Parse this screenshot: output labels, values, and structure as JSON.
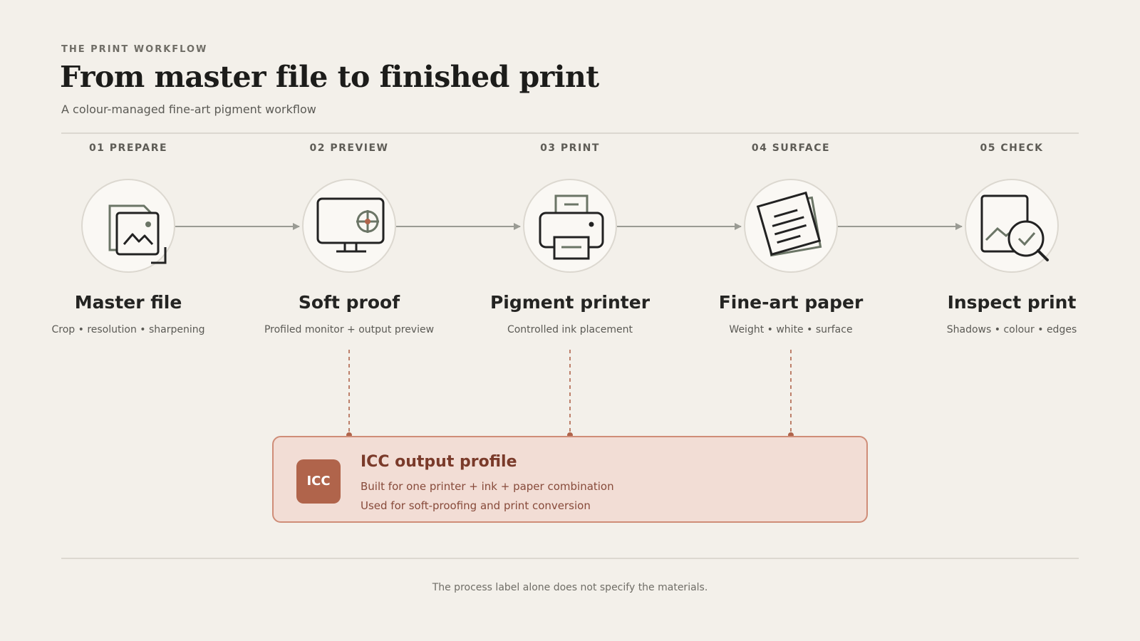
{
  "header": {
    "eyebrow": "THE PRINT WORKFLOW",
    "title": "From master file to finished print",
    "subtitle": "A colour-managed fine-art pigment workflow"
  },
  "steps": [
    {
      "label": "01 PREPARE",
      "name": "Master file",
      "desc": "Crop • resolution • sharpening",
      "icon": "image-files-icon"
    },
    {
      "label": "02 PREVIEW",
      "name": "Soft proof",
      "desc": "Profiled monitor + output preview",
      "icon": "monitor-target-icon"
    },
    {
      "label": "03 PRINT",
      "name": "Pigment printer",
      "desc": "Controlled ink placement",
      "icon": "printer-icon"
    },
    {
      "label": "04 SURFACE",
      "name": "Fine-art paper",
      "desc": "Weight • white • surface",
      "icon": "paper-sheets-icon"
    },
    {
      "label": "05 CHECK",
      "name": "Inspect print",
      "desc": "Shadows • colour • edges",
      "icon": "magnifier-check-icon"
    }
  ],
  "icc": {
    "badge": "ICC",
    "title": "ICC output profile",
    "line1": "Built for one printer + ink + paper combination",
    "line2": "Used for soft-proofing and print conversion"
  },
  "footnote": "The process label alone does not specify the materials.",
  "colors": {
    "background": "#f3f0ea",
    "accent": "#b0644b",
    "icc_fill": "#f2ddd5",
    "icc_border": "#cf8d78",
    "connector": "#9a9b94",
    "icon_secondary": "#6b7566"
  }
}
